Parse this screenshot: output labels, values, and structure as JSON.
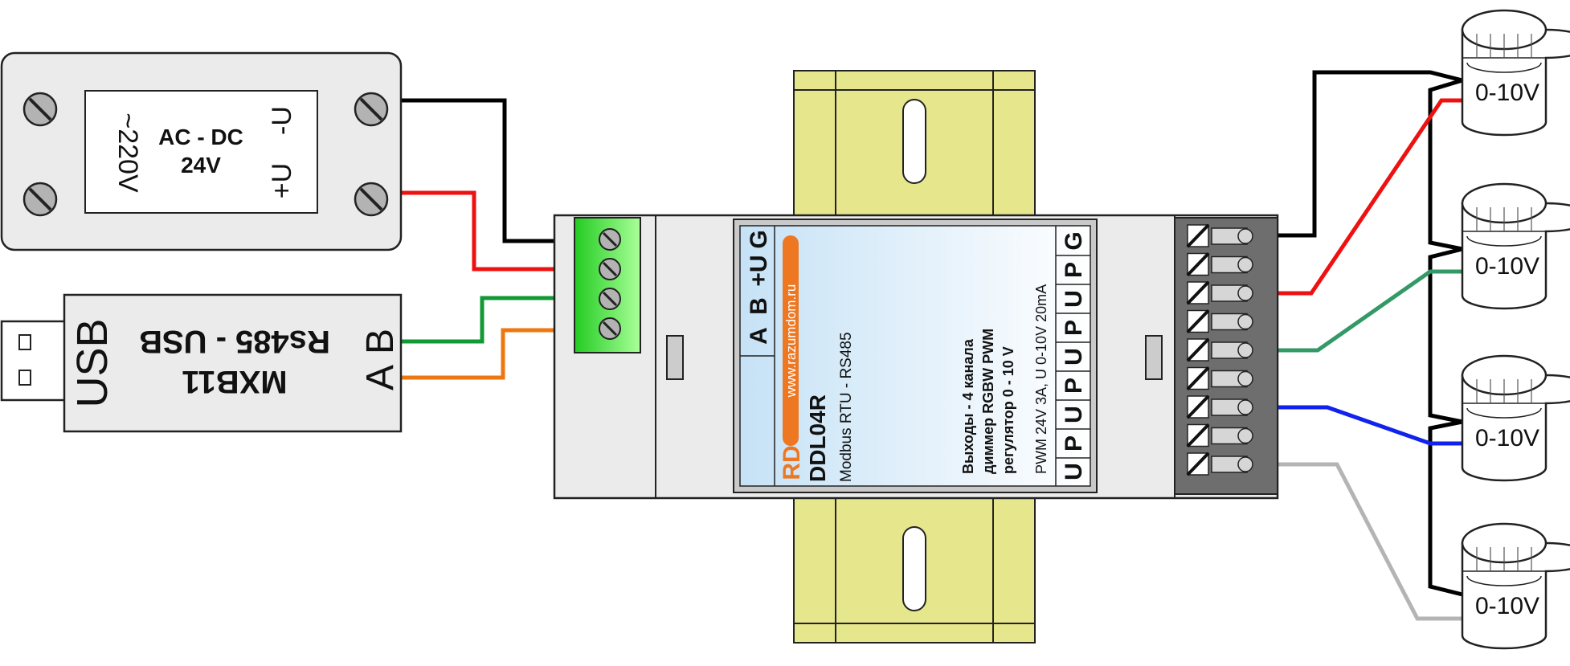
{
  "psu": {
    "input_label": "~220V",
    "type_line1": "AC - DC",
    "type_line2": "24V",
    "out_plus": "+U",
    "out_minus": "-U"
  },
  "usb_adapter": {
    "usb_label": "USB",
    "title_line1": "Rs485 - USB",
    "title_line2": "MXB11",
    "port_a": "A",
    "port_b": "B"
  },
  "module": {
    "brand": "RD",
    "website": "www.razumdom.ru",
    "model": "DDL04R",
    "protocol": "Modbus RTU - RS485",
    "desc_line1": "Выходы - 4 канала",
    "desc_line2": "диммер RGBW PWM",
    "desc_line3": "регулятор 0 - 10 V",
    "spec": "PWM 24V 3A, U 0-10V 20mA",
    "input_terminals": [
      "A",
      "B",
      "+U",
      "G"
    ],
    "output_terminals": [
      "U",
      "P",
      "U",
      "P",
      "U",
      "P",
      "U",
      "P",
      "G"
    ]
  },
  "loads": [
    {
      "label": "0-10V"
    },
    {
      "label": "0-10V"
    },
    {
      "label": "0-10V"
    },
    {
      "label": "0-10V"
    }
  ],
  "colors": {
    "wire_black": "#000000",
    "wire_red": "#ee1111",
    "wire_green": "#119933",
    "wire_orange": "#ee7711",
    "wire_teal": "#339966",
    "wire_blue": "#1122ee",
    "wire_gray": "#b4b4b4",
    "din_rail": "#e6e68c",
    "terminal_green": "#44dd44",
    "brand_orange": "#ee7722"
  }
}
